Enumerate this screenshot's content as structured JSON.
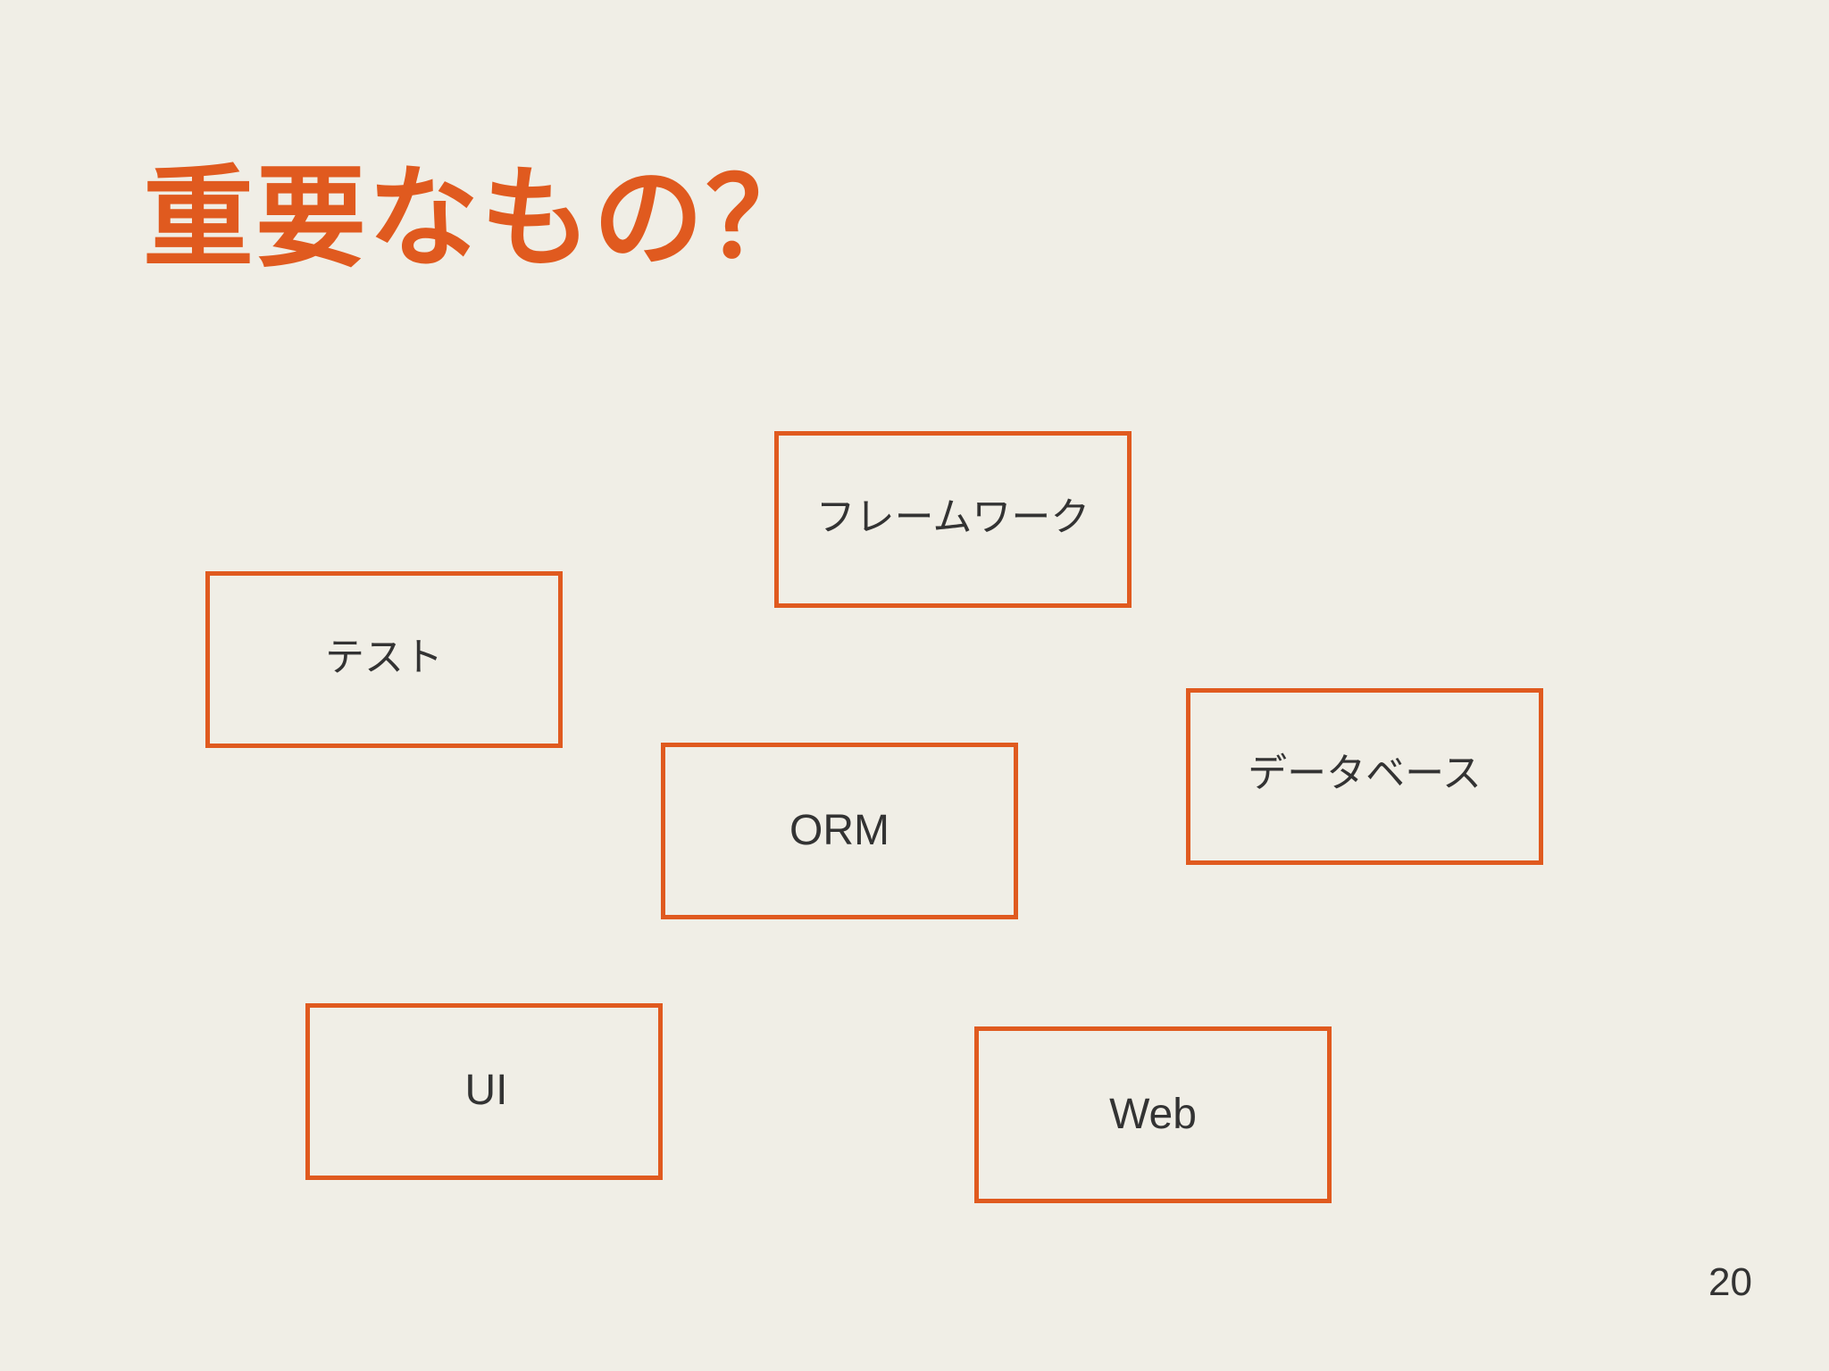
{
  "slide": {
    "title": "重要なもの？",
    "page_number": "20",
    "accent_color": "#e05a1f",
    "background_color": "#f0eee6",
    "boxes": [
      {
        "id": "framework",
        "label": "フレームワーク"
      },
      {
        "id": "test",
        "label": "テスト"
      },
      {
        "id": "database",
        "label": "データベース"
      },
      {
        "id": "orm",
        "label": "ORM"
      },
      {
        "id": "ui",
        "label": "UI"
      },
      {
        "id": "web",
        "label": "Web"
      }
    ]
  }
}
